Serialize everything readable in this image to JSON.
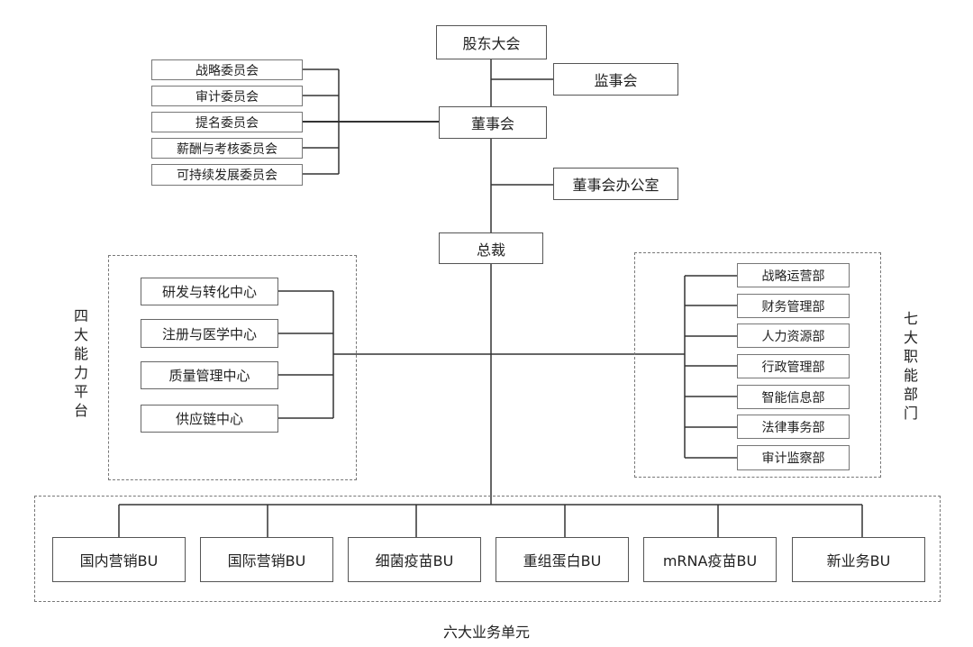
{
  "top": {
    "shareholders": "股东大会",
    "supervisory_board": "监事会",
    "board": "董事会",
    "board_office": "董事会办公室",
    "ceo": "总裁"
  },
  "committees": [
    "战略委员会",
    "审计委员会",
    "提名委员会",
    "薪酬与考核委员会",
    "可持续发展委员会"
  ],
  "platforms": {
    "title": "四大能力平台",
    "items": [
      "研发与转化中心",
      "注册与医学中心",
      "质量管理中心",
      "供应链中心"
    ]
  },
  "functions": {
    "title": "七大职能部门",
    "items": [
      "战略运营部",
      "财务管理部",
      "人力资源部",
      "行政管理部",
      "智能信息部",
      "法律事务部",
      "审计监察部"
    ]
  },
  "business_units": {
    "title": "六大业务单元",
    "items": [
      "国内营销BU",
      "国际营销BU",
      "细菌疫苗BU",
      "重组蛋白BU",
      "mRNA疫苗BU",
      "新业务BU"
    ]
  }
}
